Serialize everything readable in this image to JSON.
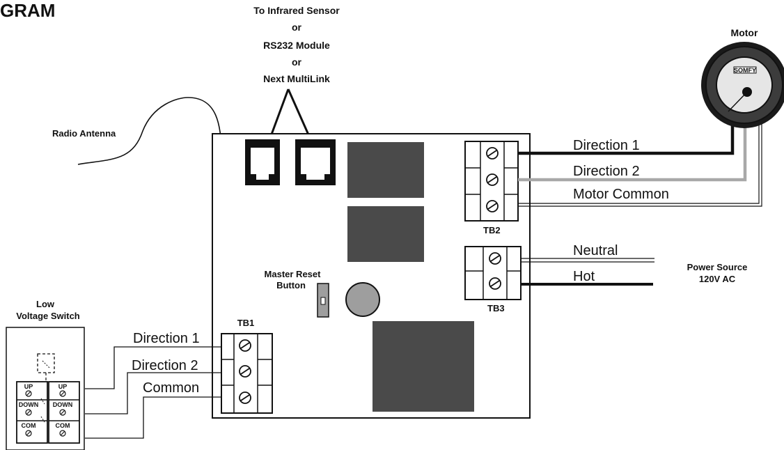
{
  "page_title": "GRAM",
  "connector_label": [
    "To Infrared Sensor",
    "or",
    "RS232 Module",
    "or",
    "Next MultiLink"
  ],
  "motor_label": "Motor",
  "motor_brand": "SOMFY",
  "antenna_label": "Radio Antenna",
  "master_reset": [
    "Master Reset",
    "Button"
  ],
  "low_voltage_switch": [
    "Low",
    "Voltage Switch"
  ],
  "switch_buttons": [
    "UP",
    "DOWN",
    "COM"
  ],
  "tb1": {
    "name": "TB1",
    "wires": [
      "Direction 1",
      "Direction 2",
      "Common"
    ]
  },
  "tb2": {
    "name": "TB2",
    "wires": [
      "Direction 1",
      "Direction 2",
      "Motor Common"
    ]
  },
  "tb3": {
    "name": "TB3",
    "wires": [
      "Neutral",
      "Hot"
    ]
  },
  "power_source": [
    "Power Source",
    "120V AC"
  ],
  "colors": {
    "line": "#111111",
    "relay": "#4a4a4a",
    "gray_wire": "#a8a8a8",
    "button_gray": "#9e9e9e"
  }
}
